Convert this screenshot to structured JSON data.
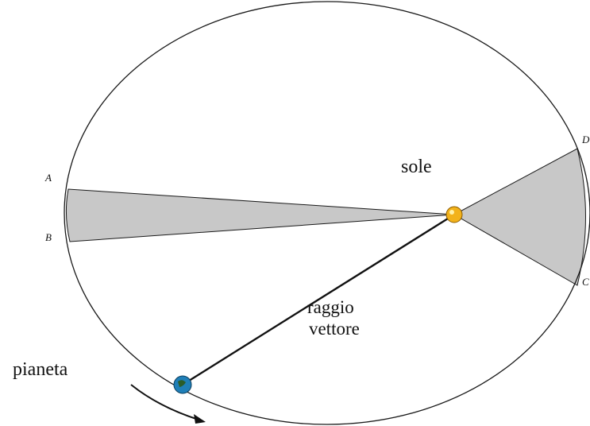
{
  "diagram": {
    "labels": {
      "sun": "sole",
      "radius_line1": "raggio",
      "radius_line2": "vettore",
      "planet": "pianeta",
      "point_a": "A",
      "point_b": "B",
      "point_c": "C",
      "point_d": "D",
      "stray_mark": "́"
    },
    "colors": {
      "orbit_stroke": "#1a1a1a",
      "sector_fill": "#c8c8c8",
      "radius_line": "#111111",
      "sun_fill": "#f2b21b",
      "planet_fill": "#1f7fb8",
      "arrow": "#111111"
    },
    "icons": {
      "sun": "sun-icon",
      "planet": "planet-icon",
      "motion": "curved-arrow-icon"
    }
  }
}
